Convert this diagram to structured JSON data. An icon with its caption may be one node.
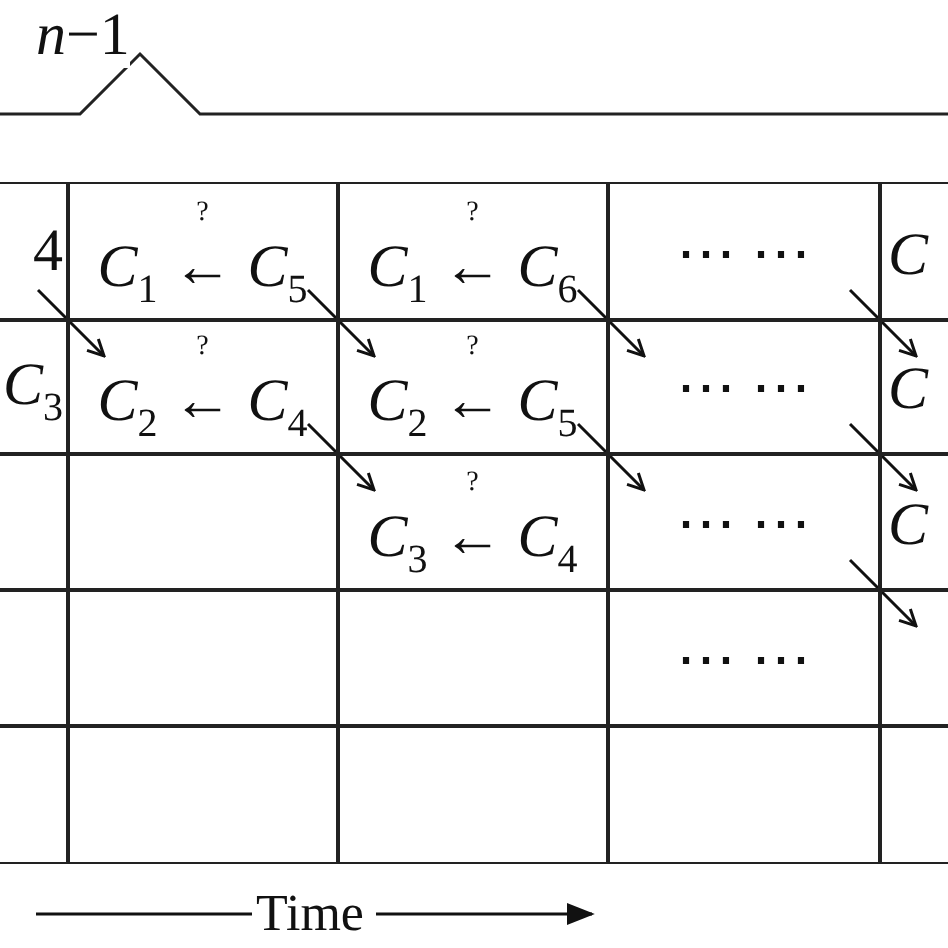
{
  "diagram": {
    "nodes": [
      {
        "text": [
          "4"
        ]
      },
      {
        "text": [
          "?",
          "*C*$_{1}$ ← *C*$_{5}$"
        ]
      },
      {
        "text": [
          "?",
          "*C*$_{1}$ ← *C*$_{6}$"
        ]
      },
      {
        "text": [
          "⋯ ⋯"
        ]
      },
      {
        "text": [
          "*C*"
        ]
      },
      {
        "text": [
          "*C*$_{3}$"
        ]
      },
      {
        "text": [
          "?",
          "*C*$_{2}$ ← *C*$_{4}$"
        ]
      },
      {
        "text": [
          "?",
          "*C*$_{2}$ ← *C*$_{5}$"
        ]
      },
      {
        "text": [
          "⋯ ⋯"
        ]
      },
      {
        "text": [
          "*C*"
        ]
      },
      {
        "text": [],
        "shape": "box"
      },
      {
        "text": [],
        "shape": "box"
      },
      {
        "text": [
          "?",
          "*C*$_{3}$ ← *C*$_{4}$"
        ]
      },
      {
        "text": [
          "⋯ ⋯"
        ]
      },
      {
        "text": [
          "*C*"
        ]
      },
      {
        "text": [],
        "shape": "box"
      },
      {
        "text": [],
        "shape": "box"
      },
      {
        "text": [],
        "shape": "box"
      },
      {
        "text": [
          "⋯ ⋯"
        ]
      },
      {
        "text": [],
        "shape": "box"
      },
      {
        "text": [],
        "shape": "box"
      },
      {
        "text": [],
        "shape": "box"
      },
      {
        "text": [],
        "shape": "box"
      },
      {
        "text": [],
        "shape": "box"
      },
      {
        "text": [],
        "shape": "box"
      }
    ],
    "edges": [
      {
        "from": 0,
        "to": 6,
        "arrow": "to"
      },
      {
        "from": 1,
        "to": 7,
        "arrow": "to"
      },
      {
        "from": 2,
        "to": 8,
        "arrow": "to"
      },
      {
        "from": 3,
        "to": 9,
        "arrow": "to"
      },
      {
        "from": 6,
        "to": 12,
        "arrow": "to"
      },
      {
        "from": 7,
        "to": 13,
        "arrow": "to"
      },
      {
        "from": 8,
        "to": 14,
        "arrow": "to"
      },
      {
        "from": 13,
        "to": 19,
        "arrow": "to"
      }
    ],
    "labels": [
      "*n*−1",
      "Time"
    ]
  }
}
